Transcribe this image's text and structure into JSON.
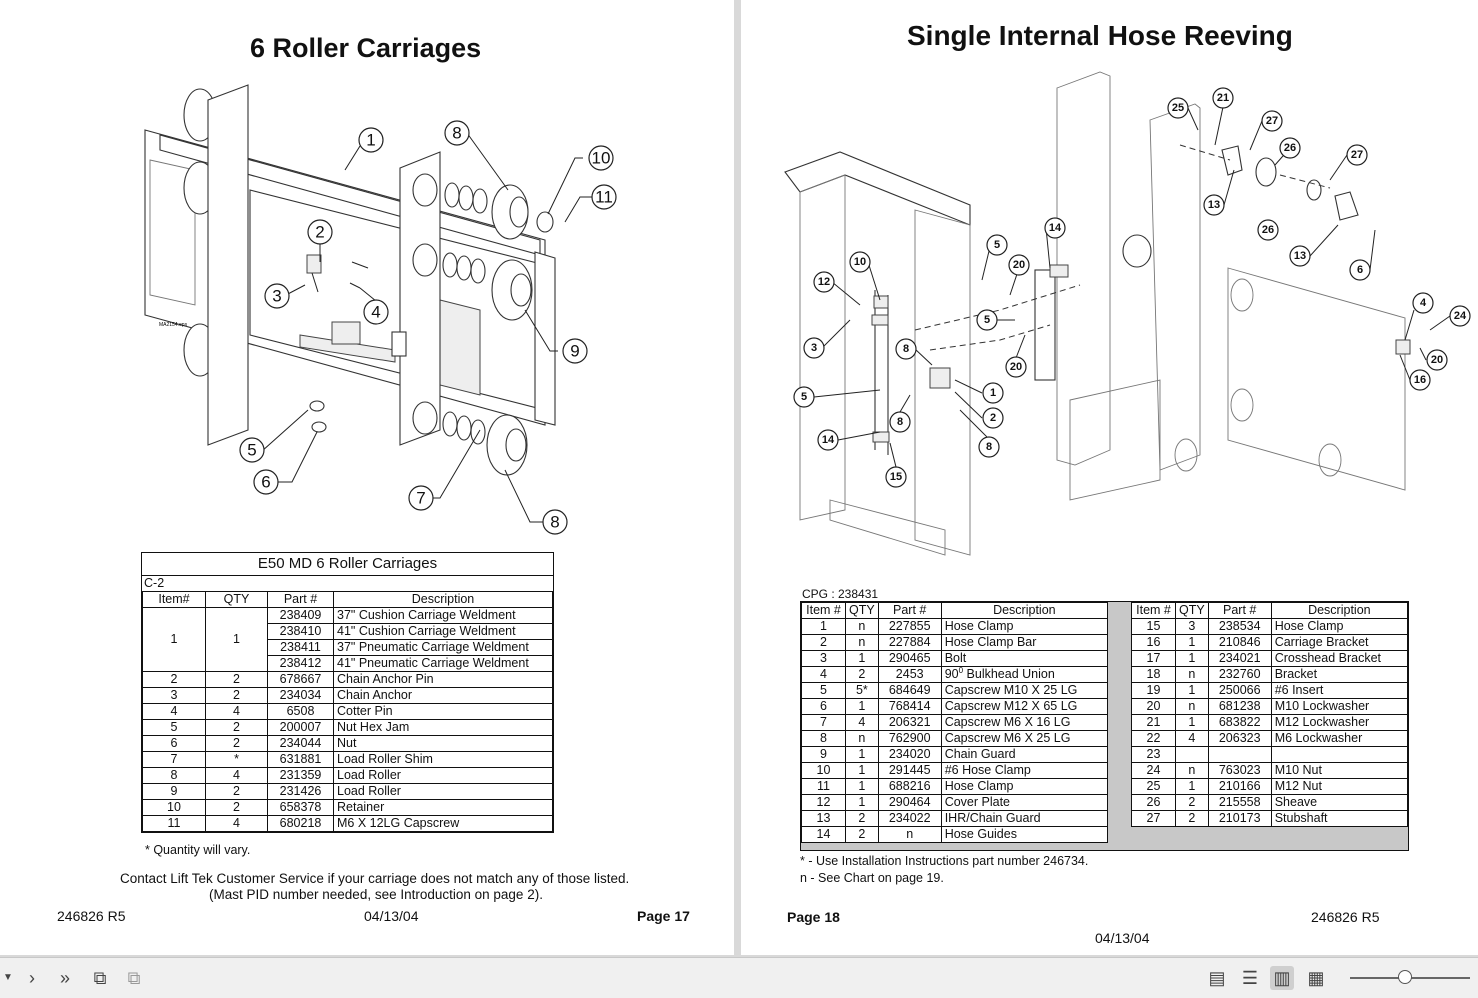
{
  "left_page": {
    "title": "6 Roller Carriages",
    "diagram_callouts": [
      "1",
      "2",
      "3",
      "4",
      "5",
      "6",
      "7",
      "8",
      "9",
      "10",
      "11",
      "8"
    ],
    "diagram_file_label": "MA2154.eps",
    "table": {
      "title": "E50 MD 6 Roller Carriages",
      "code": "C-2",
      "headers": [
        "Item#",
        "QTY",
        "Part #",
        "Description"
      ],
      "item1": {
        "item": "1",
        "qty": "1",
        "parts": [
          {
            "part": "238409",
            "desc": "37\" Cushion Carriage Weldment"
          },
          {
            "part": "238410",
            "desc": "41\" Cushion Carriage Weldment"
          },
          {
            "part": "238411",
            "desc": "37\" Pneumatic Carriage Weldment"
          },
          {
            "part": "238412",
            "desc": "41\" Pneumatic Carriage Weldment"
          }
        ]
      },
      "rows": [
        {
          "item": "2",
          "qty": "2",
          "part": "678667",
          "desc": "Chain Anchor Pin"
        },
        {
          "item": "3",
          "qty": "2",
          "part": "234034",
          "desc": "Chain Anchor"
        },
        {
          "item": "4",
          "qty": "4",
          "part": "6508",
          "desc": "Cotter Pin"
        },
        {
          "item": "5",
          "qty": "2",
          "part": "200007",
          "desc": "Nut Hex Jam"
        },
        {
          "item": "6",
          "qty": "2",
          "part": "234044",
          "desc": "Nut"
        },
        {
          "item": "7",
          "qty": "*",
          "part": "631881",
          "desc": "Load Roller Shim"
        },
        {
          "item": "8",
          "qty": "4",
          "part": "231359",
          "desc": "Load Roller"
        },
        {
          "item": "9",
          "qty": "2",
          "part": "231426",
          "desc": "Load Roller"
        },
        {
          "item": "10",
          "qty": "2",
          "part": "658378",
          "desc": "Retainer"
        },
        {
          "item": "11",
          "qty": "4",
          "part": "680218",
          "desc": "M6 X 12LG Capscrew"
        }
      ]
    },
    "qty_note": "* Quantity will vary.",
    "contact_line1": "Contact Lift Tek Customer Service if your  carriage does not match any of those listed.",
    "contact_line2": "(Mast PID number needed, see Introduction on page 2).",
    "footer": {
      "doc": "246826 R5",
      "date": "04/13/04",
      "page": "Page 17"
    }
  },
  "right_page": {
    "title": "Single Internal Hose Reeving",
    "diagram_callouts": [
      "25",
      "21",
      "27",
      "26",
      "27",
      "13",
      "26",
      "13",
      "6",
      "14",
      "5",
      "20",
      "10",
      "12",
      "5",
      "3",
      "8",
      "20",
      "1",
      "2",
      "5",
      "8",
      "8",
      "14",
      "15",
      "4",
      "24",
      "20",
      "16"
    ],
    "cpg": "CPG : 238431",
    "headers": [
      "Item #",
      "QTY",
      "Part #",
      "Description"
    ],
    "left_rows": [
      {
        "item": "1",
        "qty": "n",
        "part": "227855",
        "desc": "Hose Clamp"
      },
      {
        "item": "2",
        "qty": "n",
        "part": "227884",
        "desc": "Hose Clamp Bar"
      },
      {
        "item": "3",
        "qty": "1",
        "part": "290465",
        "desc": "Bolt"
      },
      {
        "item": "4",
        "qty": "2",
        "part": "2453",
        "desc_prefix": "90",
        "desc_sup": "0",
        "desc_suffix": " Bulkhead Union"
      },
      {
        "item": "5",
        "qty": "5*",
        "part": "684649",
        "desc": "Capscrew M10 X 25 LG"
      },
      {
        "item": "6",
        "qty": "1",
        "part": "768414",
        "desc": "Capscrew M12 X 65 LG"
      },
      {
        "item": "7",
        "qty": "4",
        "part": "206321",
        "desc": "Capscrew M6 X 16 LG"
      },
      {
        "item": "8",
        "qty": "n",
        "part": "762900",
        "desc": "Capscrew M6 X 25 LG"
      },
      {
        "item": "9",
        "qty": "1",
        "part": "234020",
        "desc": "Chain Guard"
      },
      {
        "item": "10",
        "qty": "1",
        "part": "291445",
        "desc": "#6 Hose Clamp"
      },
      {
        "item": "11",
        "qty": "1",
        "part": "688216",
        "desc": "Hose Clamp"
      },
      {
        "item": "12",
        "qty": "1",
        "part": "290464",
        "desc": "Cover Plate"
      },
      {
        "item": "13",
        "qty": "2",
        "part": "234022",
        "desc": "IHR/Chain Guard"
      },
      {
        "item": "14",
        "qty": "2",
        "part": "n",
        "desc": "Hose Guides"
      }
    ],
    "right_rows": [
      {
        "item": "15",
        "qty": "3",
        "part": "238534",
        "desc": "Hose Clamp"
      },
      {
        "item": "16",
        "qty": "1",
        "part": "210846",
        "desc": "Carriage Bracket"
      },
      {
        "item": "17",
        "qty": "1",
        "part": "234021",
        "desc": "Crosshead Bracket"
      },
      {
        "item": "18",
        "qty": "n",
        "part": "232760",
        "desc": "Bracket"
      },
      {
        "item": "19",
        "qty": "1",
        "part": "250066",
        "desc": "#6 Insert"
      },
      {
        "item": "20",
        "qty": "n",
        "part": "681238",
        "desc": "M10 Lockwasher"
      },
      {
        "item": "21",
        "qty": "1",
        "part": "683822",
        "desc": "M12 Lockwasher"
      },
      {
        "item": "22",
        "qty": "4",
        "part": "206323",
        "desc": "M6 Lockwasher"
      },
      {
        "item": "23",
        "qty": "",
        "part": "",
        "desc": ""
      },
      {
        "item": "24",
        "qty": "n",
        "part": "763023",
        "desc": "M10 Nut"
      },
      {
        "item": "25",
        "qty": "1",
        "part": "210166",
        "desc": "M12 Nut"
      },
      {
        "item": "26",
        "qty": "2",
        "part": "215558",
        "desc": "Sheave"
      },
      {
        "item": "27",
        "qty": "2",
        "part": "210173",
        "desc": "Stubshaft"
      }
    ],
    "note1": "* - Use Installation Instructions part number 246734.",
    "note2": "n - See Chart on page 19.",
    "footer": {
      "page": "Page 18",
      "doc": "246826 R5",
      "date": "04/13/04"
    }
  },
  "toolbar": {
    "left_icons": [
      "dropdown-arrow-icon",
      "next-page-icon",
      "last-page-icon",
      "rotate-page-icon",
      "copy-page-icon"
    ],
    "right_icons": [
      "single-page-view-icon",
      "continuous-view-icon",
      "two-page-view-icon",
      "two-page-continuous-icon"
    ],
    "zoom_level": 0.45
  }
}
